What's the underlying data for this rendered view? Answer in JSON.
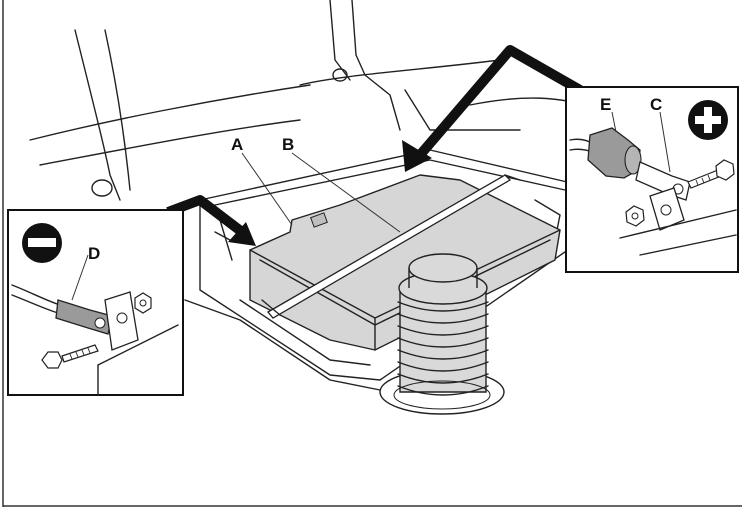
{
  "diagram": {
    "labels": {
      "a": "A",
      "b": "B",
      "c": "C",
      "d": "D",
      "e": "E"
    },
    "insets": {
      "negative": {
        "symbol": "minus-icon",
        "callout": "D"
      },
      "positive": {
        "symbol": "plus-icon",
        "callout_cable": "E",
        "callout_terminal": "C"
      }
    },
    "colors": {
      "line": "#222222",
      "battery_fill": "#d6d6d6",
      "terminal_fill": "#9a9a9a",
      "background": "#ffffff"
    }
  }
}
